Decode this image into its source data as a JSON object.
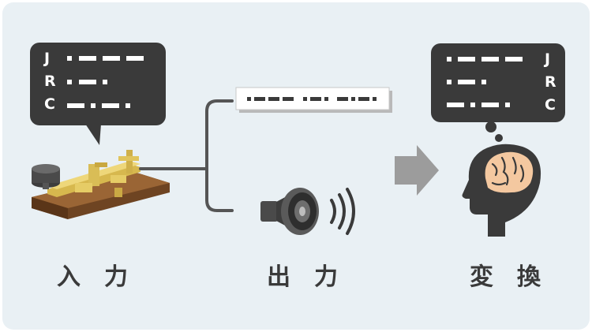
{
  "colors": {
    "panel": "#e9f0f4",
    "bubble": "#3a3a3a",
    "line": "#555555",
    "arrow": "#9c9c9c",
    "wood": "#8a5a30",
    "brass": "#e8cf6a",
    "brain": "#f4c8a0"
  },
  "left_bubble": {
    "letters": [
      "J",
      "R",
      "C"
    ]
  },
  "right_bubble": {
    "letters": [
      "J",
      "R",
      "C"
    ]
  },
  "labels": {
    "input": "入　力",
    "output": "出　力",
    "convert": "変　換"
  },
  "icons": {
    "key": "telegraph-key-icon",
    "speaker": "speaker-icon",
    "tape": "morse-tape-icon",
    "arrow": "right-arrow-icon",
    "head": "head-brain-icon"
  }
}
